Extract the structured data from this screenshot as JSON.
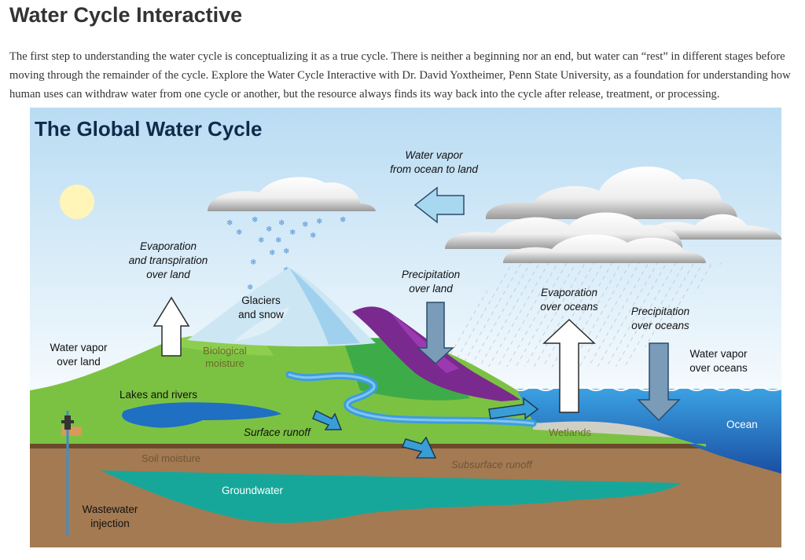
{
  "page": {
    "title": "Water Cycle Interactive",
    "intro": "The first step to understanding the water cycle is conceptualizing it as a true cycle. There is neither a beginning nor an end, but water can “rest” in different stages before moving through the remainder of the cycle. Explore the Water Cycle Interactive with Dr. David Yoxtheimer, Penn State University, as a foundation for understanding how human uses can withdraw water from one cycle or another, but the resource always finds its way back into the cycle after release, treatment, or processing."
  },
  "diagram": {
    "title": "The Global Water Cycle",
    "labels": {
      "vapor_ocean_to_land_1": "Water vapor",
      "vapor_ocean_to_land_2": "from ocean to land",
      "evap_land_1": "Evaporation",
      "evap_land_2": "and transpiration",
      "evap_land_3": "over land",
      "glaciers_1": "Glaciers",
      "glaciers_2": "and snow",
      "precip_land_1": "Precipitation",
      "precip_land_2": "over land",
      "evap_ocean_1": "Evaporation",
      "evap_ocean_2": "over oceans",
      "precip_ocean_1": "Precipitation",
      "precip_ocean_2": "over oceans",
      "vapor_land_1": "Water vapor",
      "vapor_land_2": "over land",
      "bio_1": "Biological",
      "bio_2": "moisture",
      "vapor_oceans_1": "Water vapor",
      "vapor_oceans_2": "over oceans",
      "lakes": "Lakes and rivers",
      "surface_runoff": "Surface runoff",
      "wetlands": "Wetlands",
      "ocean": "Ocean",
      "soil_moisture": "Soil moisture",
      "subsurface_runoff": "Subsurface runoff",
      "groundwater": "Groundwater",
      "wastewater_1": "Wastewater",
      "wastewater_2": "injection"
    },
    "colors": {
      "sky_top": "#b9dcf3",
      "sky_bottom": "#ffffff",
      "grass": "#7cc242",
      "grass_dark": "#3eab49",
      "mountain_purple": "#7a2a8f",
      "snow_blue": "#a9d6ef",
      "ocean": "#2a8fd6",
      "soil": "#a47a52",
      "groundwater": "#17a79a",
      "river": "#3d9de0",
      "sun": "#fff5b8",
      "arrow_white": "#ffffff",
      "arrow_gray": "#7a9cb8",
      "arrow_light_blue": "#a8d8f0",
      "arrow_runoff": "#3a9ed6"
    }
  }
}
